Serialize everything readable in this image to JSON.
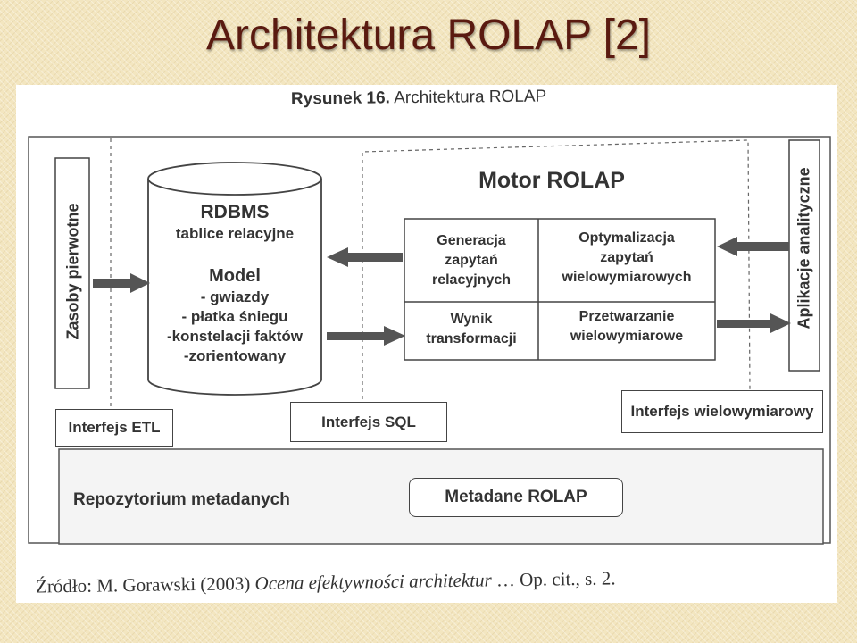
{
  "title": "Architektura ROLAP [2]",
  "figure": {
    "caption_prefix": "Rysunek 16.",
    "caption_text": "Architektura ROLAP",
    "left_panel": "Zasoby pierwotne",
    "right_panel": "Aplikacje analityczne",
    "rdbms": {
      "title": "RDBMS",
      "subtitle": "tablice relacyjne",
      "model_title": "Model",
      "model_items": [
        "- gwiazdy",
        "- płatka śniegu",
        "-konstelacji faktów",
        "-zorientowany"
      ]
    },
    "engine": {
      "title": "Motor ROLAP",
      "cell_top_left": [
        "Generacja",
        "zapytań",
        "relacyjnych"
      ],
      "cell_top_right": [
        "Optymalizacja",
        "zapytań",
        "wielowymiarowych"
      ],
      "cell_bottom_left": [
        "Wynik",
        "transformacji"
      ],
      "cell_bottom_right": [
        "Przetwarzanie",
        "wielowymiarowe"
      ]
    },
    "interfaces": {
      "etl": "Interfejs ETL",
      "sql": "Interfejs SQL",
      "multidim": "Interfejs wielowymiarowy"
    },
    "repository": {
      "label": "Repozytorium metadanych",
      "metadata_box": "Metadane ROLAP"
    },
    "source": {
      "prefix": "Źródło: M. Gorawski (2003)",
      "italic": "Ocena efektywności architektur",
      "suffix": "… Op. cit., s. 2."
    }
  }
}
